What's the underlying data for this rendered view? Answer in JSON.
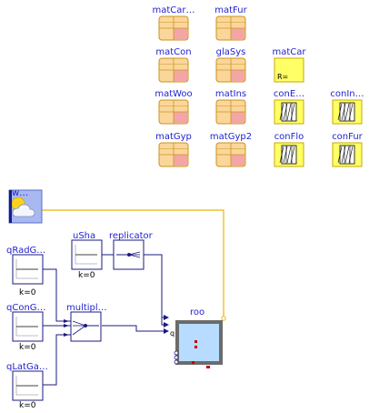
{
  "records": [
    {
      "id": "matCarTra",
      "label": "matCar…",
      "kind": "material"
    },
    {
      "id": "matFur",
      "label": "matFur",
      "kind": "material"
    },
    {
      "id": "matCon",
      "label": "matCon",
      "kind": "material"
    },
    {
      "id": "glaSys",
      "label": "glaSys",
      "kind": "material"
    },
    {
      "id": "matCar",
      "label": "matCar",
      "kind": "generic",
      "param": "R="
    },
    {
      "id": "matWoo",
      "label": "matWoo",
      "kind": "material"
    },
    {
      "id": "matIns",
      "label": "matIns",
      "kind": "material"
    },
    {
      "id": "conExt",
      "label": "conE…",
      "kind": "construction"
    },
    {
      "id": "conIntWal",
      "label": "conIn…",
      "kind": "construction"
    },
    {
      "id": "matGyp",
      "label": "matGyp",
      "kind": "material"
    },
    {
      "id": "matGyp2",
      "label": "matGyp2",
      "kind": "material"
    },
    {
      "id": "conFlo",
      "label": "conFlo",
      "kind": "construction"
    },
    {
      "id": "conFur",
      "label": "conFur",
      "kind": "construction"
    }
  ],
  "blocks": {
    "weather": {
      "label": "w…"
    },
    "qRadGai": {
      "label": "qRadG…",
      "sub": "k=0"
    },
    "qConGai": {
      "label": "qConG…",
      "sub": "k=0"
    },
    "qLatGai": {
      "label": "qLatGa…",
      "sub": "k=0"
    },
    "uSha": {
      "label": "uSha",
      "sub": "k=0"
    },
    "replicator": {
      "label": "replicator"
    },
    "multiplex": {
      "label": "multipl…"
    },
    "roo": {
      "label": "roo",
      "port_label": "q"
    }
  },
  "colors": {
    "label": "#1f1fd1",
    "wire": "#1b1b80",
    "weather_wire": "#f0b400",
    "record_fill": "#fbd69b",
    "record_pink": "#f4a6a6",
    "record_border": "#c8941e",
    "generic_fill": "#ffff66",
    "room_fill": "#b7dcff",
    "room_border": "#6b6b6b",
    "sky": "#a8b8f0"
  }
}
